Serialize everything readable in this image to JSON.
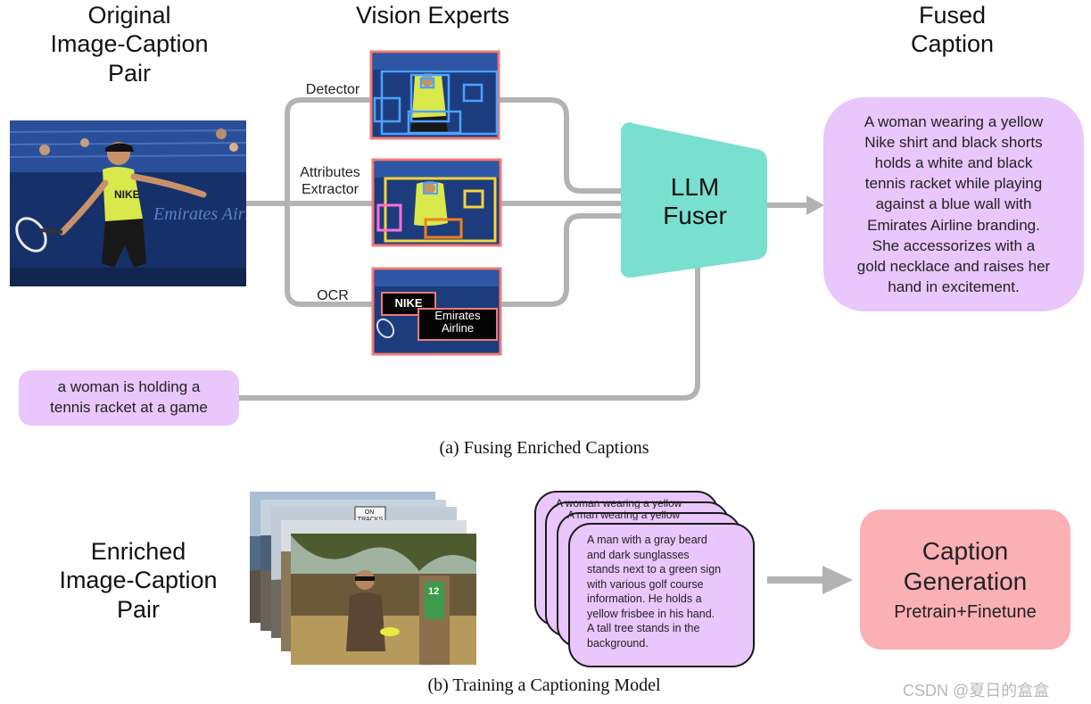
{
  "headers": {
    "original": "Original\nImage-Caption\nPair",
    "vision_experts": "Vision Experts",
    "fused": "Fused\nCaption",
    "enriched": "Enriched\nImage-Caption\nPair"
  },
  "experts": {
    "detector": "Detector",
    "attributes": "Attributes\nExtractor",
    "ocr": "OCR"
  },
  "ocr_tags": {
    "nike": "NIKE",
    "emirates": "Emirates\nAirline"
  },
  "photo_text": {
    "shirt_logo": "NIKE",
    "banner": "Emirates Airline"
  },
  "fuser": {
    "label": "LLM\nFuser"
  },
  "original_caption": "a woman is holding a\ntennis racket at a game",
  "fused_caption": "A woman wearing a yellow\nNike shirt and black shorts\nholds a white and black\ntennis racket while playing\nagainst a blue wall with\nEmirates Airline branding.\nShe accessorizes with a\ngold necklace and raises her\nhand in excitement.",
  "captions": {
    "a": "(a) Fusing Enriched Captions",
    "b": "(b) Training a Captioning Model"
  },
  "cards": {
    "front_text": "A man with a gray beard\nand dark sunglasses\nstands next to a green sign\nwith various golf course\ninformation. He holds a\nyellow frisbee in his hand.\nA tall tree stands in the\nbackground.",
    "back_text": "A woman wearing a yellow",
    "back_text_2": "A man wearing a yellow"
  },
  "photo_stack": {
    "sign_text": "ON\nTRACKS"
  },
  "caption_generation": {
    "title": "Caption\nGeneration",
    "subtitle": "Pretrain+Finetune"
  },
  "watermark": "CSDN @夏日的盒盒",
  "colors": {
    "bubble": "#e9c6fb",
    "fuser": "#79dfcf",
    "caption_generation": "#fbb0b6",
    "connector": "#b3b3b3",
    "expert_border": "#f07a7a",
    "detector_box": "#4da3ff",
    "attr_yellow": "#f5d33a",
    "attr_pink": "#ff6fd8",
    "attr_orange": "#f08020"
  }
}
